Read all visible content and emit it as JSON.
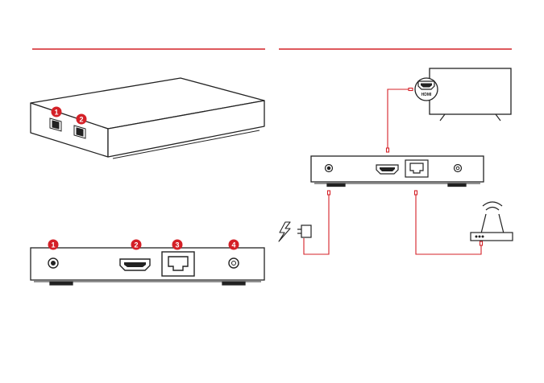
{
  "colors": {
    "accent": "#d42027",
    "line": "#222222",
    "device_fill": "#ffffff"
  },
  "badges": {
    "top_port_1": "1",
    "top_port_2": "2",
    "rear_port_1": "1",
    "rear_port_2": "2",
    "rear_port_3": "3",
    "rear_port_4": "4"
  },
  "tv_port_label": "HDMI",
  "icons": {
    "power": "lightning-bolt-icon",
    "plug": "power-plug-icon",
    "router": "wifi-router-icon",
    "tv": "television-icon",
    "hdmi": "hdmi-port-icon",
    "ethernet": "ethernet-port-icon",
    "usb": "usb-port-icon",
    "dc": "dc-power-jack-icon",
    "audio": "audio-jack-icon"
  }
}
